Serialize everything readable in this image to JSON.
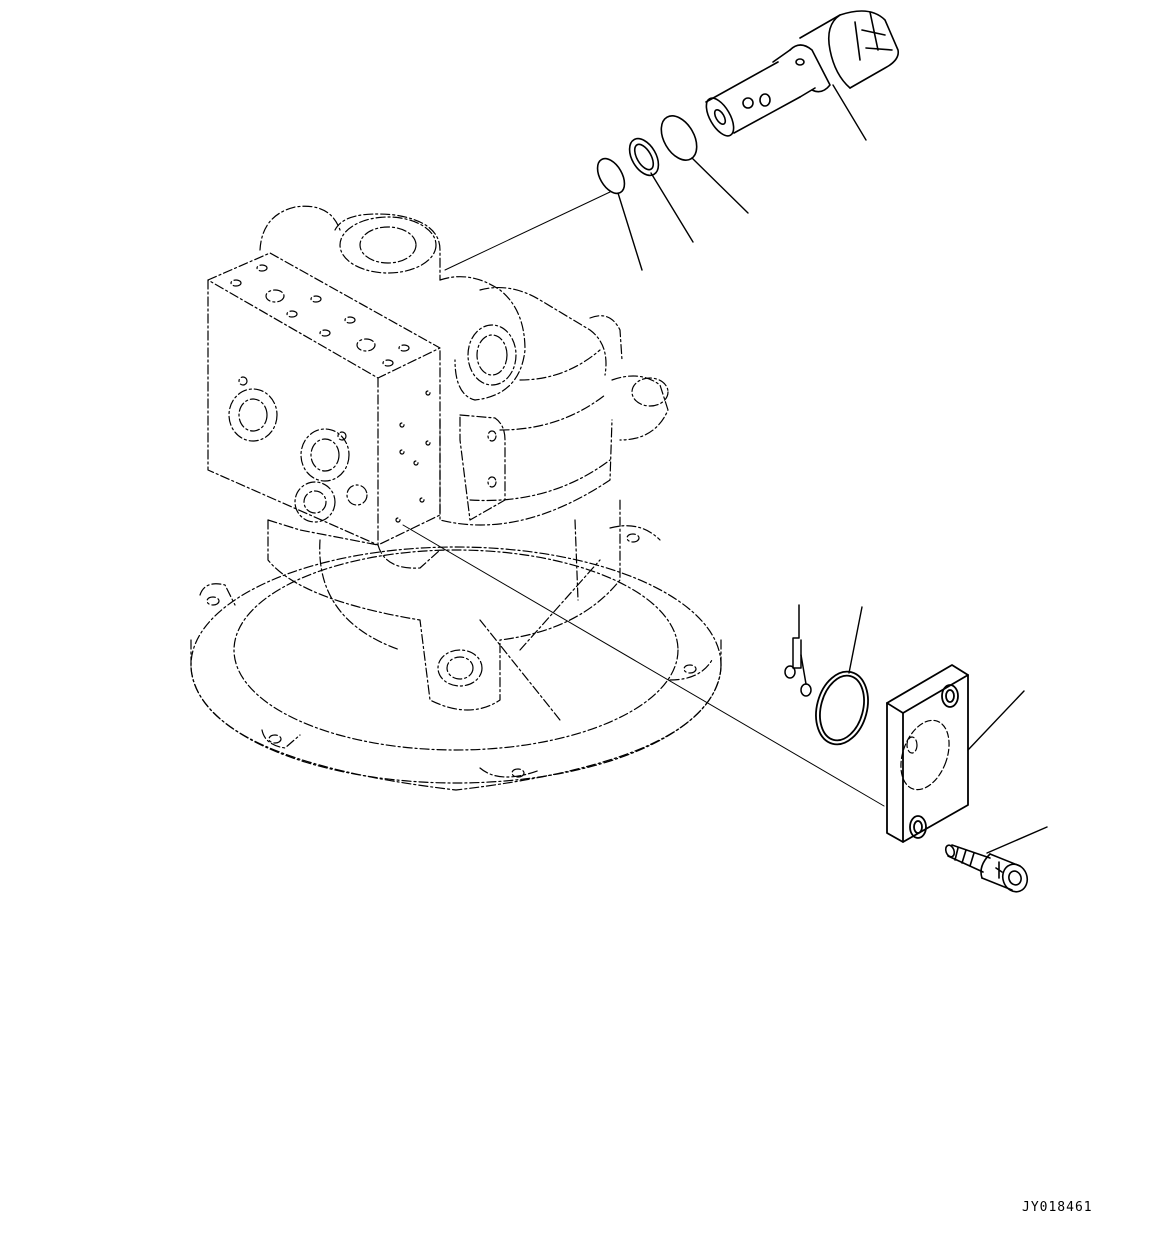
{
  "drawing": {
    "reference_code": "JY018461",
    "parts": [
      {
        "name": "swing-motor-assembly",
        "style": "phantom"
      },
      {
        "name": "relief-valve-cartridge"
      },
      {
        "name": "o-ring-large"
      },
      {
        "name": "backup-ring"
      },
      {
        "name": "o-ring-small"
      },
      {
        "name": "cover-plate"
      },
      {
        "name": "o-ring-cover"
      },
      {
        "name": "plug-set"
      },
      {
        "name": "socket-head-bolt"
      }
    ]
  }
}
